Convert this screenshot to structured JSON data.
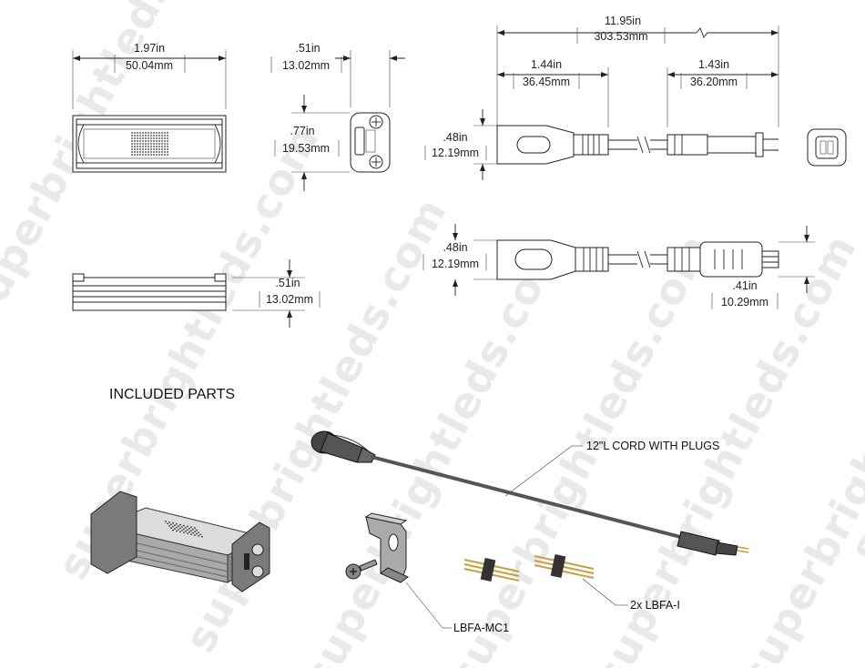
{
  "watermark": "superbrightleds.com",
  "top_view": {
    "width_in": "1.97in",
    "width_mm": "50.04mm"
  },
  "end_view": {
    "depth_in": ".51in",
    "depth_mm": "13.02mm",
    "height_in": ".77in",
    "height_mm": "19.53mm"
  },
  "side_view": {
    "height_in": ".51in",
    "height_mm": "13.02mm"
  },
  "cord": {
    "overall_in": "11.95in",
    "overall_mm": "303.53mm",
    "left_plug_in": "1.44in",
    "left_plug_mm": "36.45mm",
    "right_plug_in": "1.43in",
    "right_plug_mm": "36.20mm",
    "plug_height_in": ".48in",
    "plug_height_mm": "12.19mm",
    "plug_height2_in": ".48in",
    "plug_height2_mm": "12.19mm",
    "right_height_in": ".41in",
    "right_height_mm": "10.29mm"
  },
  "included_parts": {
    "title": "INCLUDED PARTS",
    "cord_label": "12\"L CORD WITH PLUGS",
    "clip_label": "LBFA-MC1",
    "pins_label": "2x LBFA-I"
  }
}
